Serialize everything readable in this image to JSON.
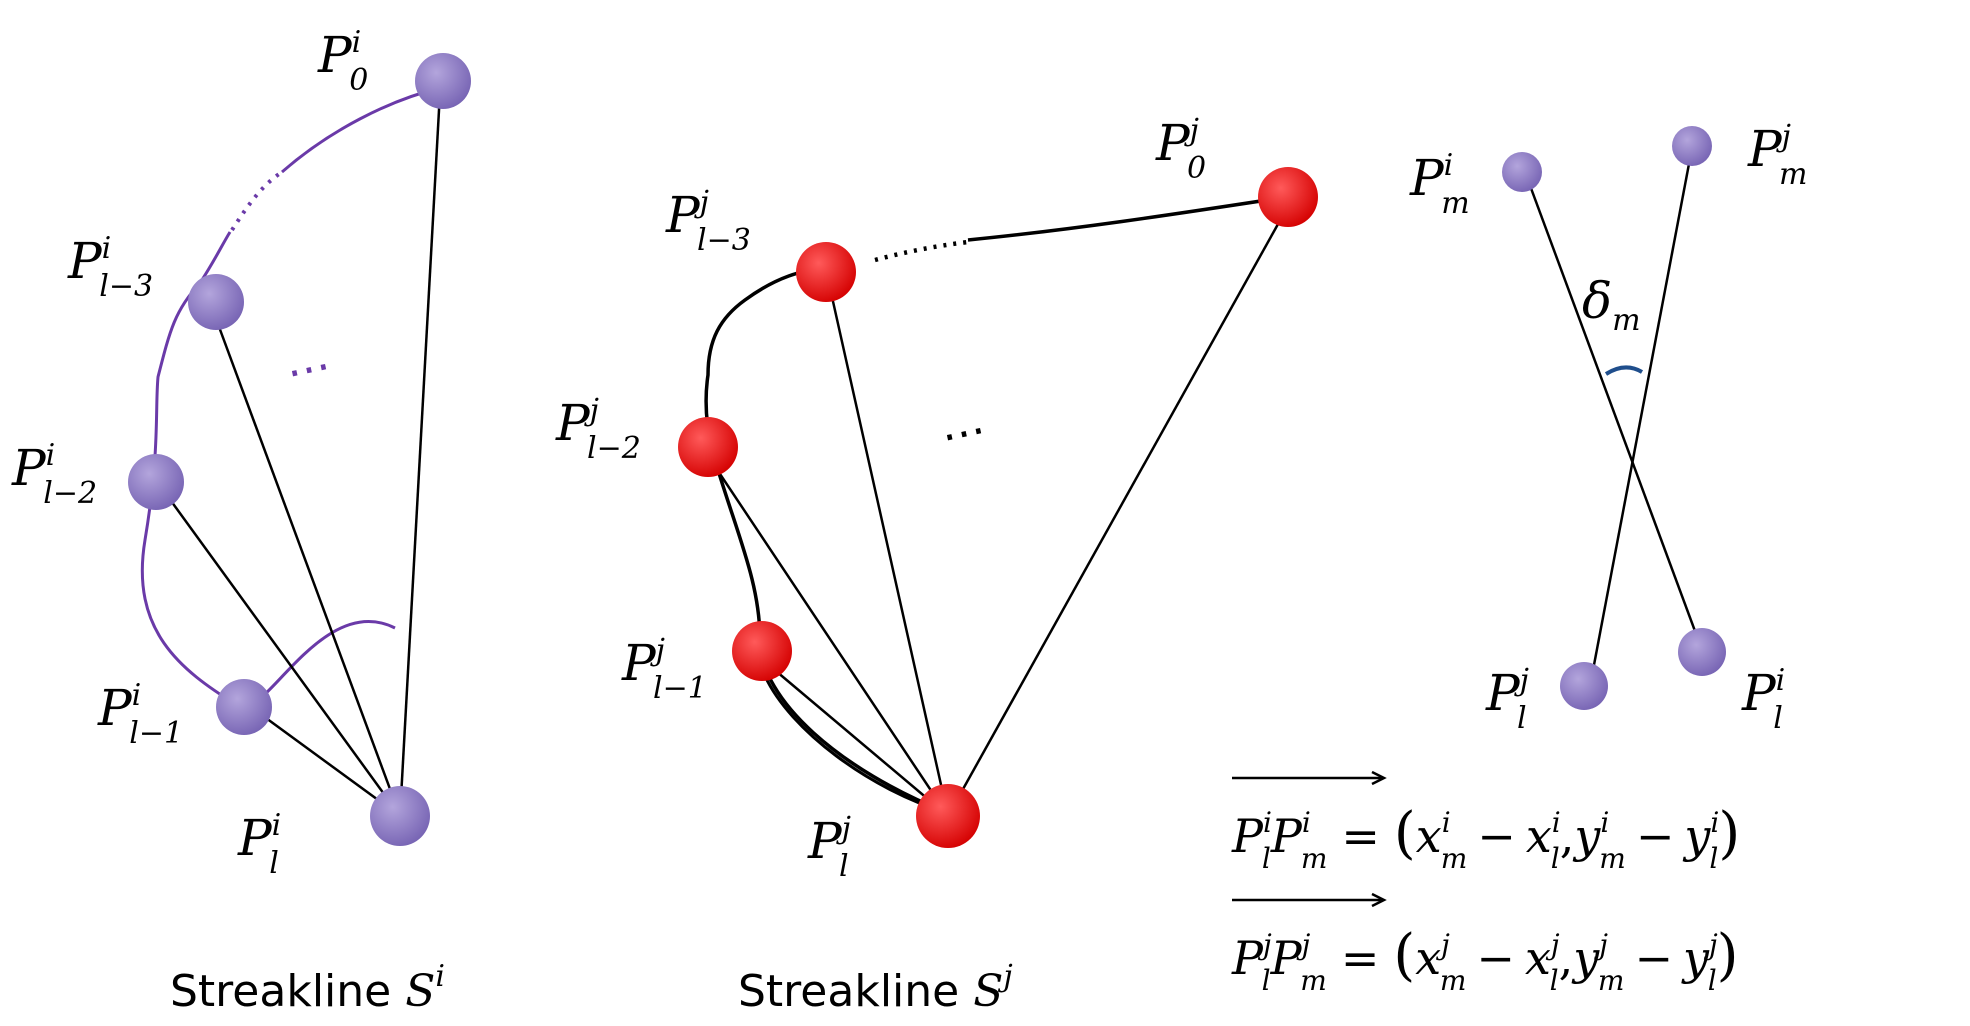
{
  "colors": {
    "streakline_i_point": "#8b78c0",
    "streakline_i_curve": "#6a3aa8",
    "streakline_j_point": "#ee1111",
    "streakline_j_curve": "#000000",
    "arrow": "#000000",
    "angle_arc": "#1f4e8c"
  },
  "panel_i": {
    "caption": {
      "text": "Streakline ",
      "symbol": "S",
      "sup": "i"
    },
    "points": [
      {
        "base": "P",
        "sub": "0",
        "sup": "i"
      },
      {
        "base": "P",
        "sub": "l−3",
        "sup": "i"
      },
      {
        "base": "P",
        "sub": "l−2",
        "sup": "i"
      },
      {
        "base": "P",
        "sub": "l−1",
        "sup": "i"
      },
      {
        "base": "P",
        "sub": "l",
        "sup": "i"
      }
    ],
    "ellipsis": "⋯"
  },
  "panel_j": {
    "caption": {
      "text": "Streakline ",
      "symbol": "S",
      "sup": "j"
    },
    "points": [
      {
        "base": "P",
        "sub": "0",
        "sup": "j"
      },
      {
        "base": "P",
        "sub": "l−3",
        "sup": "j"
      },
      {
        "base": "P",
        "sub": "l−2",
        "sup": "j"
      },
      {
        "base": "P",
        "sub": "l−1",
        "sup": "j"
      },
      {
        "base": "P",
        "sub": "l",
        "sup": "j"
      }
    ],
    "ellipsis": "⋯"
  },
  "panel_angle": {
    "points": [
      {
        "base": "P",
        "sub": "m",
        "sup": "i"
      },
      {
        "base": "P",
        "sub": "m",
        "sup": "j"
      },
      {
        "base": "P",
        "sub": "l",
        "sup": "j"
      },
      {
        "base": "P",
        "sub": "l",
        "sup": "i"
      }
    ],
    "angle": {
      "base": "δ",
      "sub": "m"
    }
  },
  "equations": [
    {
      "sup": "i",
      "lhs_a": "P",
      "lhs_b": "P",
      "rhs": "= (x_m − x_l, y_m − y_l)"
    },
    {
      "sup": "j",
      "lhs_a": "P",
      "lhs_b": "P",
      "rhs": "= (x_m − x_l, y_m − y_l)"
    }
  ],
  "equation_parts": {
    "equals": "=",
    "open": "(",
    "close": ")",
    "minus": "−",
    "comma": ",",
    "x": "x",
    "y": "y",
    "m": "m",
    "l": "l"
  }
}
